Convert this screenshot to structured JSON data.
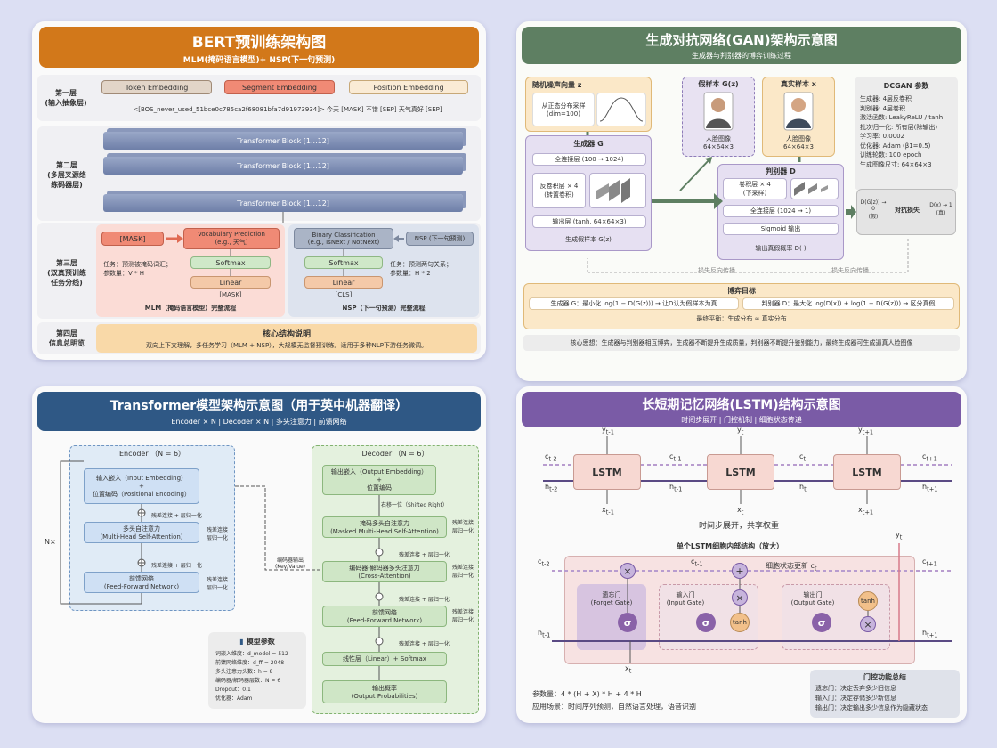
{
  "bert": {
    "title": "BERT预训练架构图",
    "subtitle": "MLM(掩码语言模型)+ NSP(下一句预测)",
    "layer1_label": "第一层\n(输入抽象层)",
    "emb_token": "Token Embedding",
    "emb_segment": "Segment Embedding",
    "emb_position": "Position Embedding",
    "input_seq": "<[BOS_never_used_51bce0c785ca2f68081bfa7d91973934]> 今天 [MASK] 不错 [SEP] 天气真好 [SEP]",
    "layer2_label": "第二层\n(多层叉源络\n练码器层)",
    "block1": "Transformer Block [1...12]",
    "block2": "Transformer Block [1...12]",
    "block3": "Transformer Block [1...12]",
    "layer3_label": "第三层\n(双真预训练\n任务分线)",
    "mask_box": "[MASK]",
    "vocab_pred": "Vocabulary Prediction\n(e.g., 天气)",
    "mlm_softmax": "Softmax",
    "mlm_linear": "Linear",
    "mlm_mask_tag": "[MASK]",
    "mlm_task": "任务：预测被掩码词汇；\n参数量：V * H",
    "mlm_flow": "MLM（掩码语言模型）完整流程",
    "binary_cls": "Binary Classification\n(e.g., IsNext / NotNext)",
    "nsp_box": "NSP (下一句预测)",
    "nsp_softmax": "Softmax",
    "nsp_linear": "Linear",
    "nsp_cls_tag": "[CLS]",
    "nsp_task": "任务：预测两句关系；\n参数量：H * 2",
    "nsp_flow": "NSP（下一句预测）完整流程",
    "layer4_label": "第四层\n信息总明览",
    "core_title": "核心结构说明",
    "core_text": "双向上下文理解，多任务学习（MLM + NSP），大规模无监督预训练。适用于多种NLP下游任务微调。"
  },
  "gan": {
    "title": "生成对抗网络(GAN)架构示意图",
    "subtitle": "生成器与判别器的博弈训练过程",
    "noise_title": "随机噪声向量 z",
    "noise_desc": "从正态分布采样\n(dim=100)",
    "fake_title": "假样本 G(z)",
    "fake_desc": "人脸图像\n64×64×3",
    "real_title": "真实样本 x",
    "real_desc": "人脸图像\n64×64×3",
    "gen_title": "生成器 G",
    "gen_fc": "全连接层 (100 → 1024)",
    "gen_deconv": "反卷积层 × 4\n(转置卷积)",
    "gen_out": "输出层 (tanh, 64×64×3)",
    "gen_sample": "生成假样本 G(z)",
    "disc_title": "判别器 D",
    "disc_conv": "卷积层 × 4\n(下采样)",
    "disc_fc": "全连接层 (1024 → 1)",
    "disc_sig": "Sigmoid 输出",
    "disc_out": "输出真假概率 D(·)",
    "loss_left": "D(G(z)) → 0\n(假)",
    "loss_mid": "对抗损失",
    "loss_right": "D(x) → 1\n(真)",
    "backprop1": "损失反向传播",
    "backprop2": "损失反向传播",
    "params_title": "DCGAN 参数",
    "params": [
      "生成器: 4层反卷积",
      "判别器: 4层卷积",
      "激活函数: LeakyReLU / tanh",
      "批次归一化: 所有层(除输出)",
      "学习率: 0.0002",
      "优化器: Adam (β1=0.5)",
      "训练轮数: 100 epoch",
      "生成图像尺寸: 64×64×3"
    ],
    "obj_title": "博弈目标",
    "obj_gen": "生成器 G：最小化 log(1 − D(G(z))) → 让D认为假样本为真",
    "obj_disc": "判别器 D：最大化 log(D(x)) + log(1 − D(G(z))) → 区分真假",
    "obj_final": "最终平衡：生成分布 ≈ 真实分布",
    "core": "核心思想：生成器与判别器相互博弈，生成器不断提升生成质量，判别器不断提升鉴别能力，最终生成器可生成逼真人脸图像"
  },
  "tf": {
    "title": "Transformer模型架构示意图（用于英中机器翻译）",
    "subtitle": "Encoder × N | Decoder × N | 多头注意力 | 前馈网络",
    "enc_title": "Encoder （N = 6）",
    "enc_input": "输入嵌入（Input Embedding）\n+\n位置编码（Positional Encoding）",
    "enc_mha": "多头自注意力\n(Multi-Head Self-Attention)",
    "enc_ffn": "前馈网络\n(Feed-Forward Network)",
    "resnorm1": "残差连接 + 层归一化",
    "resnorm2": "残差连接 + 层归一化",
    "side1": "残差连接\n层归一化",
    "side2": "残差连接\n层归一化",
    "nx": "N×",
    "enc_out": "编码器输出\n(Key/Value)",
    "dec_title": "Decoder （N = 6）",
    "dec_input": "输出嵌入（Output Embedding）\n+\n位置编码",
    "shifted": "右移一位（Shifted Right）",
    "dec_masked": "掩码多头自注意力\n(Masked Multi-Head Self-Attention)",
    "dec_cross": "编码器-解码器多头注意力\n(Cross-Attention)",
    "dec_ffn": "前馈网络\n(Feed-Forward Network)",
    "dec_resnorm1": "残差连接 + 层归一化",
    "dec_resnorm2": "残差连接 + 层归一化",
    "dec_resnorm3": "残差连接 + 层归一化",
    "dec_side1": "残差连接\n层归一化",
    "dec_side2": "残差连接\n层归一化",
    "dec_side3": "残差连接\n层归一化",
    "dec_linear": "线性层（Linear）+ Softmax",
    "dec_output": "输出概率\n(Output Probabilities)",
    "params_title": "模型参数",
    "params": [
      "词嵌入维度：d_model = 512",
      "前馈网络维度：d_ff = 2048",
      "多头注意力头数：h = 8",
      "编码器/解码器层数：N = 6",
      "Dropout：0.1",
      "优化器：Adam"
    ]
  },
  "lstm": {
    "title": "长短期记忆网络(LSTM)结构示意图",
    "subtitle": "时间步展开 | 门控机制 | 细胞状态传递",
    "cell_label": "LSTM",
    "c_tm2": "c",
    "c_tm2_sub": "t-2",
    "h_tm2": "h",
    "h_tm2_sub": "t-2",
    "c_tm1": "c",
    "c_tm1_sub": "t-1",
    "h_tm1": "h",
    "h_tm1_sub": "t-1",
    "c_t": "c",
    "c_t_sub": "t",
    "h_t": "h",
    "h_t_sub": "t",
    "c_tp1": "c",
    "c_tp1_sub": "t+1",
    "h_tp1": "h",
    "h_tp1_sub": "t+1",
    "y_tm1": "y",
    "y_tm1_sub": "t-1",
    "y_t": "y",
    "y_t_sub": "t",
    "y_tp1": "y",
    "y_tp1_sub": "t+1",
    "x_tm1": "x",
    "x_tm1_sub": "t-1",
    "x_t": "x",
    "x_t_sub": "t",
    "x_tp1": "x",
    "x_tp1_sub": "t+1",
    "unroll_note": "时间步展开，共享权重",
    "inner_title": "单个LSTM细胞内部结构（放大）",
    "cell_update": "细胞状态更新",
    "forget_gate": "遗忘门\n(Forget Gate)",
    "input_gate": "输入门\n(Input Gate)",
    "output_gate": "输出门\n(Output Gate)",
    "sigma": "σ",
    "tanh": "tanh",
    "times": "×",
    "plus": "+",
    "params": "参数量：4 * (H + X) * H + 4 * H",
    "apps": "应用场景：时间序列预测，自然语言处理，语音识别",
    "summary_title": "门控功能总结",
    "summary": [
      "遗忘门：决定丢弃多少旧信息",
      "输入门：决定存储多少新信息",
      "输出门：决定输出多少信息作为隐藏状态"
    ]
  }
}
